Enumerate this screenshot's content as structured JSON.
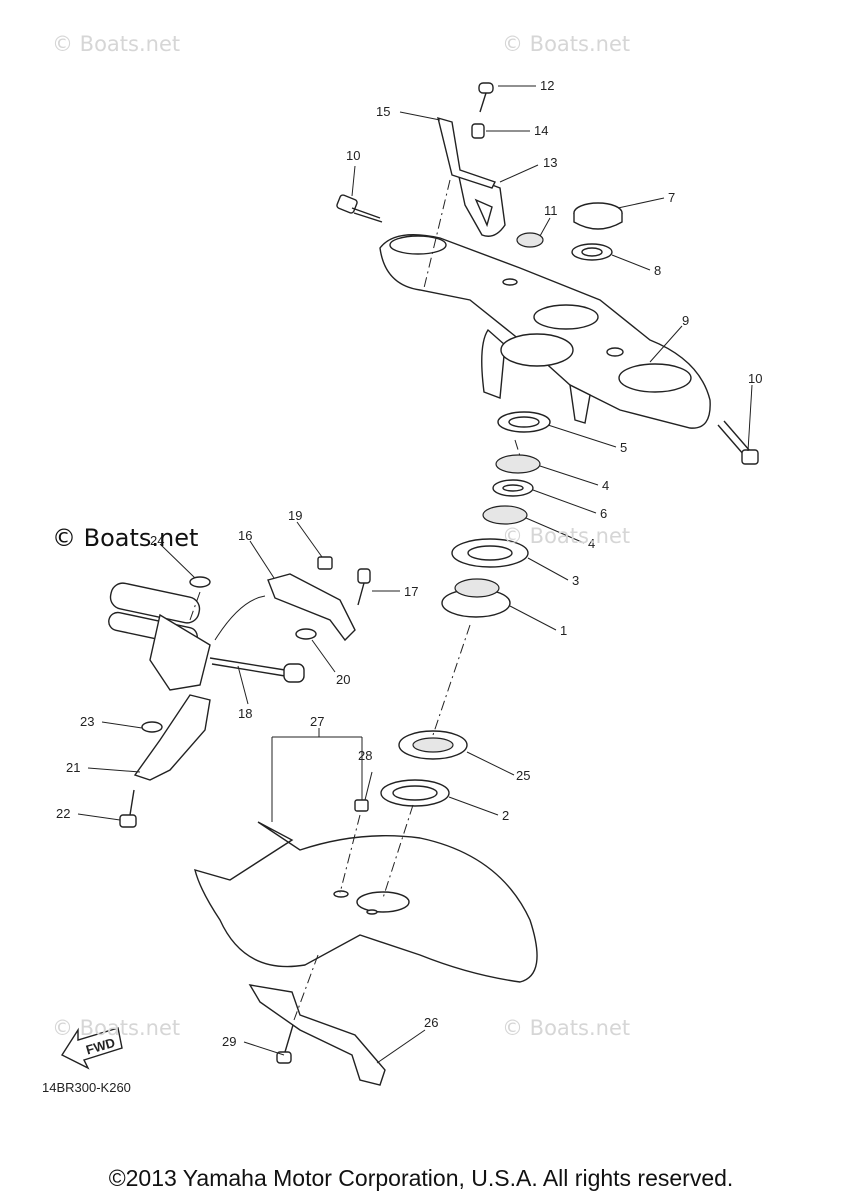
{
  "watermarks": {
    "top_left": "© Boats.net",
    "top_right": "© Boats.net",
    "mid_left": "© Boats.net",
    "mid_right": "© Boats.net",
    "bottom_left": "© Boats.net",
    "bottom_right": "© Boats.net"
  },
  "callouts": {
    "c1": "1",
    "c2": "2",
    "c3": "3",
    "c4a": "4",
    "c4b": "4",
    "c5": "5",
    "c6": "6",
    "c7": "7",
    "c8": "8",
    "c9": "9",
    "c10a": "10",
    "c10b": "10",
    "c11": "11",
    "c12": "12",
    "c13": "13",
    "c14": "14",
    "c15": "15",
    "c16": "16",
    "c17": "17",
    "c18": "18",
    "c19": "19",
    "c20": "20",
    "c21": "21",
    "c22": "22",
    "c23": "23",
    "c24": "24",
    "c25": "25",
    "c26": "26",
    "c27": "27",
    "c28": "28",
    "c29": "29"
  },
  "fwd_label": "FWD",
  "diagram_code": "14BR300-K260",
  "copyright": "©2013 Yamaha Motor Corporation, U.S.A. All rights reserved."
}
